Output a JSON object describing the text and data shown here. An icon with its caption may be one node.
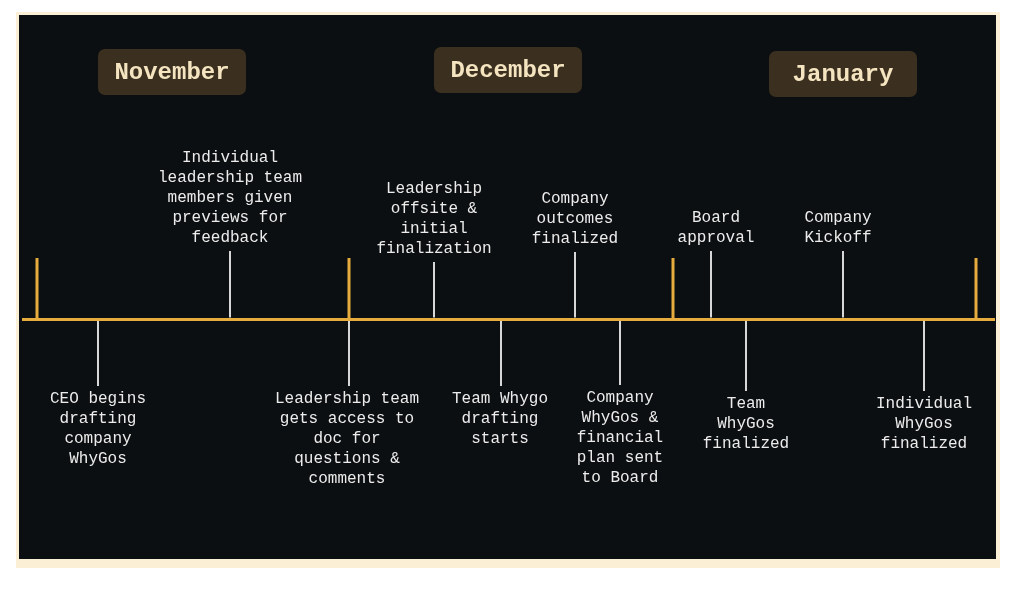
{
  "diagram": {
    "nodes": [
      {
        "text": [
          "November"
        ]
      },
      {
        "text": [
          "December"
        ]
      },
      {
        "text": [
          "January"
        ]
      },
      {
        "text": [],
        "shape": "bar"
      },
      {
        "text": [
          "CEO begins drafting company WhyGos"
        ]
      },
      {
        "text": [
          "Individual leadership team members given previews for feedback"
        ]
      },
      {
        "text": [
          "Leadership team gets access to doc for questions & comments"
        ]
      },
      {
        "text": [
          "Leadership offsite & initial finalization"
        ]
      },
      {
        "text": [
          "Team Whygo drafting starts"
        ]
      },
      {
        "text": [
          "Company outcomes finalized"
        ]
      },
      {
        "text": [
          "Company WhyGos & financial plan sent to Board"
        ]
      },
      {
        "text": [
          "Board approval"
        ]
      },
      {
        "text": [
          "Team WhyGos finalized"
        ]
      },
      {
        "text": [
          "Company Kickoff"
        ]
      },
      {
        "text": [
          "Individual WhyGos finalized"
        ]
      }
    ],
    "edges": [
      {
        "from": 4,
        "to": 3,
        "arrow": "none"
      },
      {
        "from": 5,
        "to": 3,
        "arrow": "none"
      },
      {
        "from": 6,
        "to": 3,
        "arrow": "none"
      },
      {
        "from": 7,
        "to": 3,
        "arrow": "none"
      },
      {
        "from": 8,
        "to": 3,
        "arrow": "none"
      },
      {
        "from": 9,
        "to": 3,
        "arrow": "none"
      },
      {
        "from": 10,
        "to": 3,
        "arrow": "none"
      },
      {
        "from": 11,
        "to": 3,
        "arrow": "none"
      },
      {
        "from": 12,
        "to": 3,
        "arrow": "none"
      },
      {
        "from": 13,
        "to": 3,
        "arrow": "none"
      },
      {
        "from": 14,
        "to": 3,
        "arrow": "none"
      }
    ]
  }
}
